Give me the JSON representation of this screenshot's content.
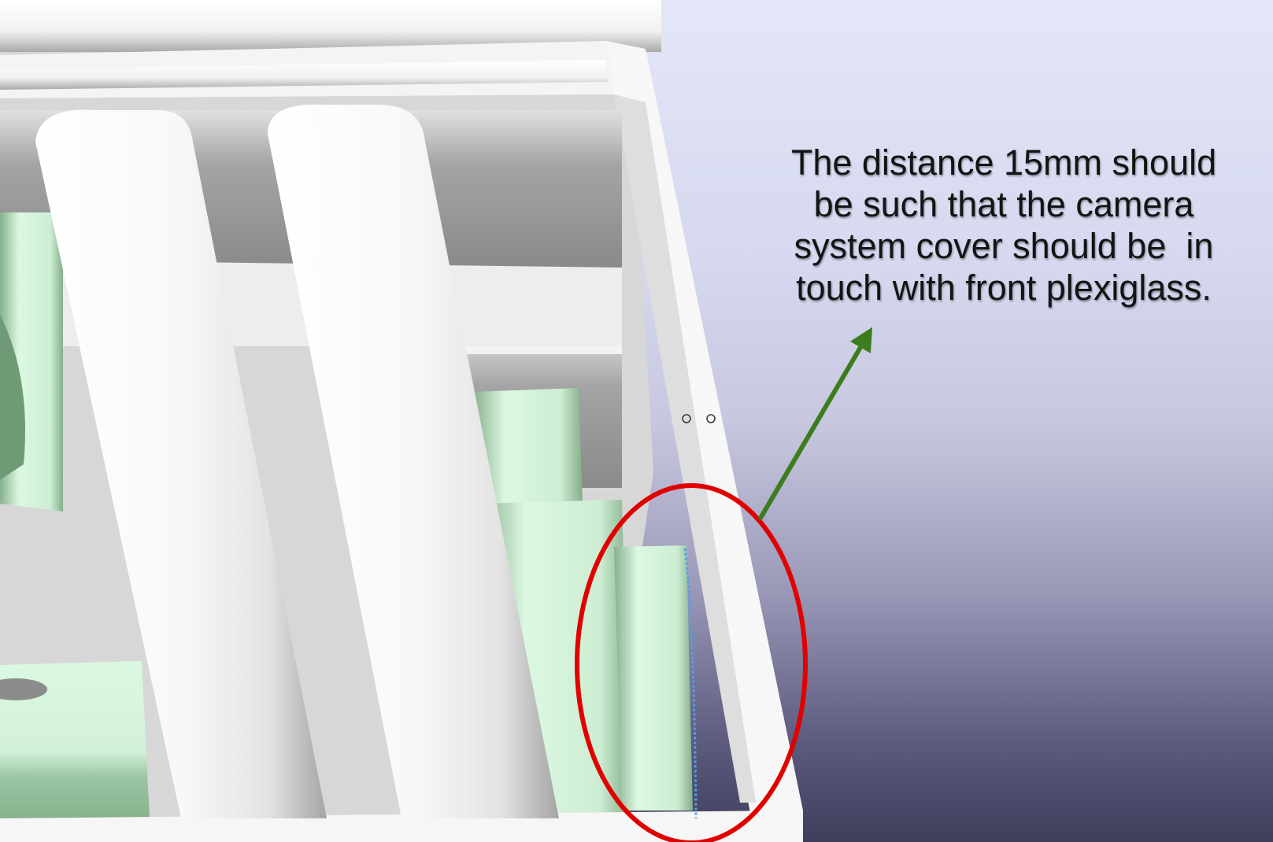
{
  "viewport": {
    "title": "3D CAD model view",
    "colors": {
      "part_white": "#fafafa",
      "part_gray": "#8e8e8e",
      "part_green": "#87b08c",
      "part_green_light": "#d6f5dc",
      "highlight_ellipse": "#e00000",
      "arrow": "#3d7c1e",
      "edge_line": "#4aa3ef"
    }
  },
  "annotation": {
    "lines": [
      "The distance 15mm should",
      "be such that the camera",
      "system cover should be  in",
      "touch with front plexiglass."
    ],
    "icons": [
      "arrow-up-right-icon",
      "ellipse-highlight-icon"
    ]
  }
}
